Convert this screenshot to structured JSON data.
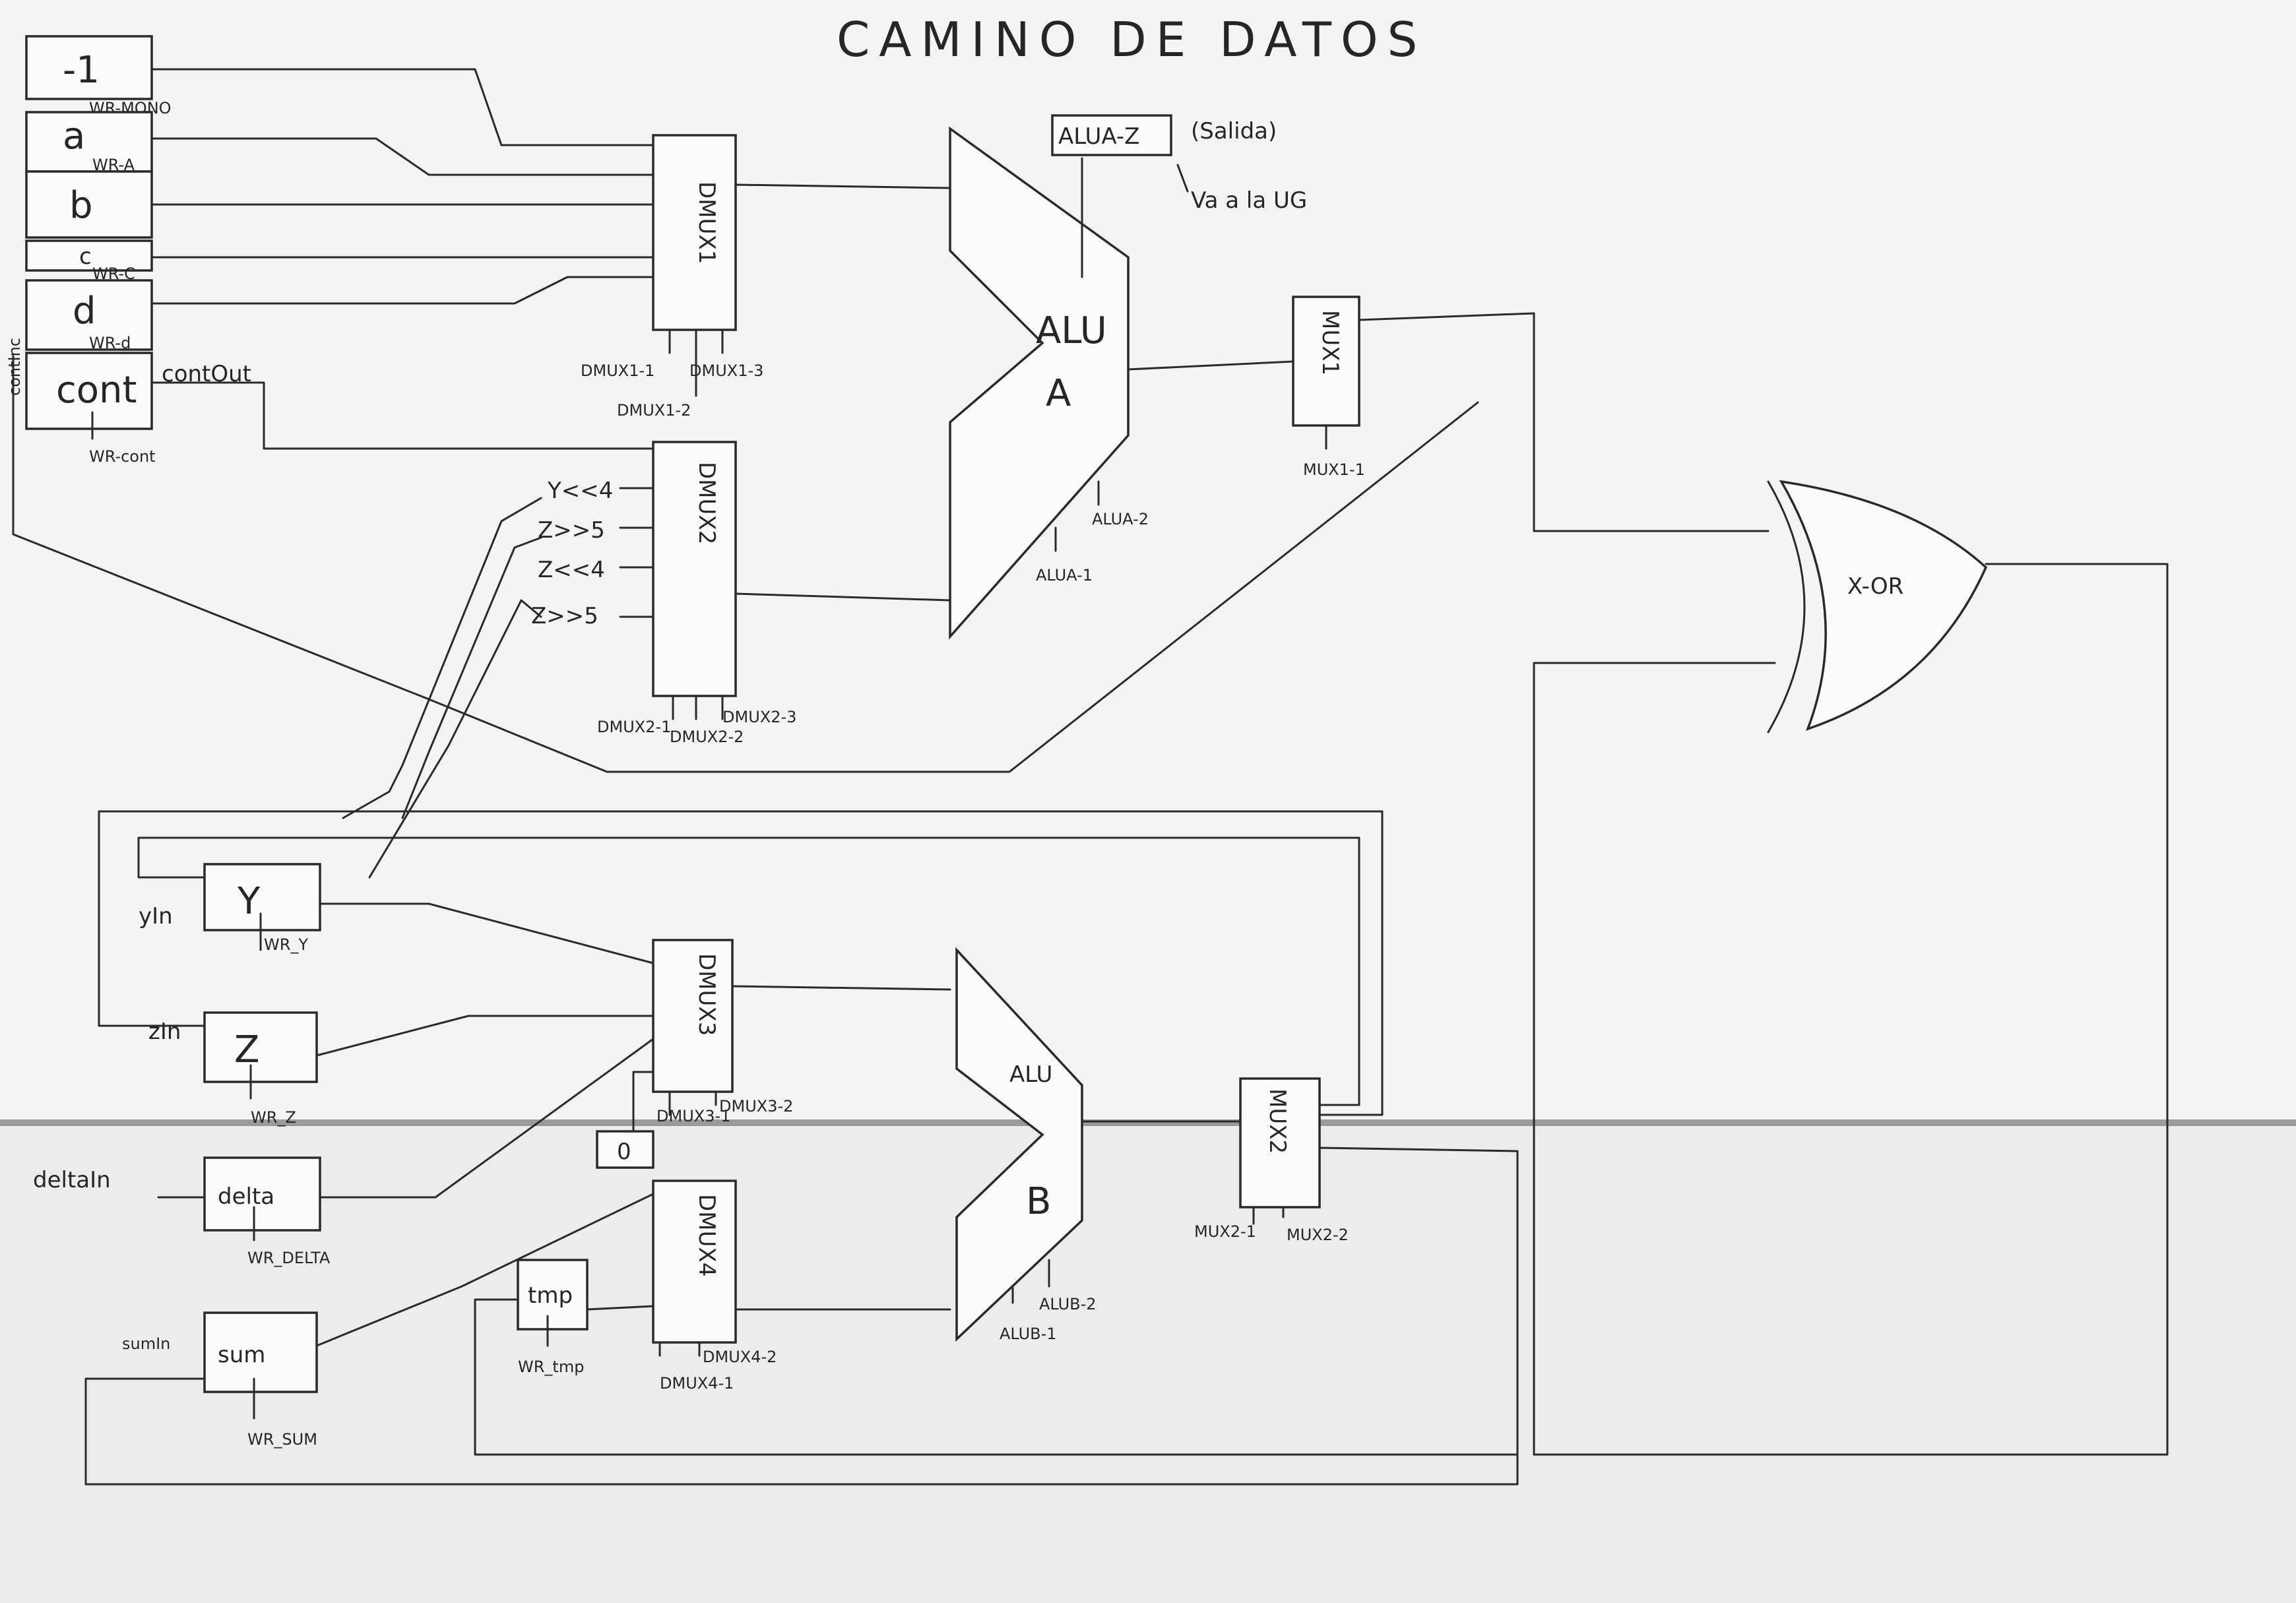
{
  "title": "CAMINO DE DATOS",
  "output_note": {
    "register": "ALUA-Z",
    "paren": "(Salida)",
    "arrow_note": "Va a la UG"
  },
  "registers": [
    {
      "id": "reg-minus1",
      "label": "-1",
      "write": "WR-MONO"
    },
    {
      "id": "reg-a",
      "label": "a",
      "write": "WR-A"
    },
    {
      "id": "reg-b",
      "label": "b",
      "write": ""
    },
    {
      "id": "reg-c",
      "label": "c",
      "write": "WR-C"
    },
    {
      "id": "reg-d",
      "label": "d",
      "write": "WR-d"
    },
    {
      "id": "reg-cont",
      "label": "cont",
      "write": "WR-cont",
      "side": "contInc",
      "output": "contOut"
    }
  ],
  "dmux1": {
    "label": "DMUX1",
    "ctrl": [
      "DMUX1-1",
      "DMUX1-2",
      "DMUX1-3"
    ]
  },
  "dmux2": {
    "label": "DMUX2",
    "inputs": [
      "Y<<4",
      "Z>>5",
      "Z<<4",
      "Z>>5"
    ],
    "ctrl": [
      "DMUX2-1",
      "DMUX2-2",
      "DMUX2-3"
    ]
  },
  "alu_a": {
    "label1": "ALU",
    "label2": "A",
    "ctrl": [
      "ALUA-2",
      "ALUA-1"
    ]
  },
  "mux1": {
    "label": "MUX1",
    "ctrl": "MUX1-1"
  },
  "xor": {
    "label": "X-OR"
  },
  "reg_y": {
    "label": "Y",
    "input": "yIn",
    "write": "WR_Y"
  },
  "reg_z": {
    "label": "Z",
    "input": "zIn",
    "write": "WR_Z"
  },
  "dmux3": {
    "label": "DMUX3",
    "ctrl": [
      "DMUX3-1",
      "DMUX3-2"
    ]
  },
  "const_zero": "0",
  "reg_delta": {
    "label": "delta",
    "input": "deltaIn",
    "write": "WR_DELTA"
  },
  "dmux4": {
    "label": "DMUX4",
    "ctrl": [
      "DMUX4-1",
      "DMUX4-2"
    ]
  },
  "reg_tmp": {
    "label": "tmp",
    "write": "WR_tmp"
  },
  "reg_sum": {
    "label": "sum",
    "input": "sumIn",
    "write": "WR_SUM"
  },
  "alu_b": {
    "label1": "ALU",
    "label2": "B",
    "ctrl": [
      "ALUB-2",
      "ALUB-1"
    ]
  },
  "mux2": {
    "label": "MUX2",
    "ctrl": [
      "MUX2-1",
      "MUX2-2"
    ]
  }
}
